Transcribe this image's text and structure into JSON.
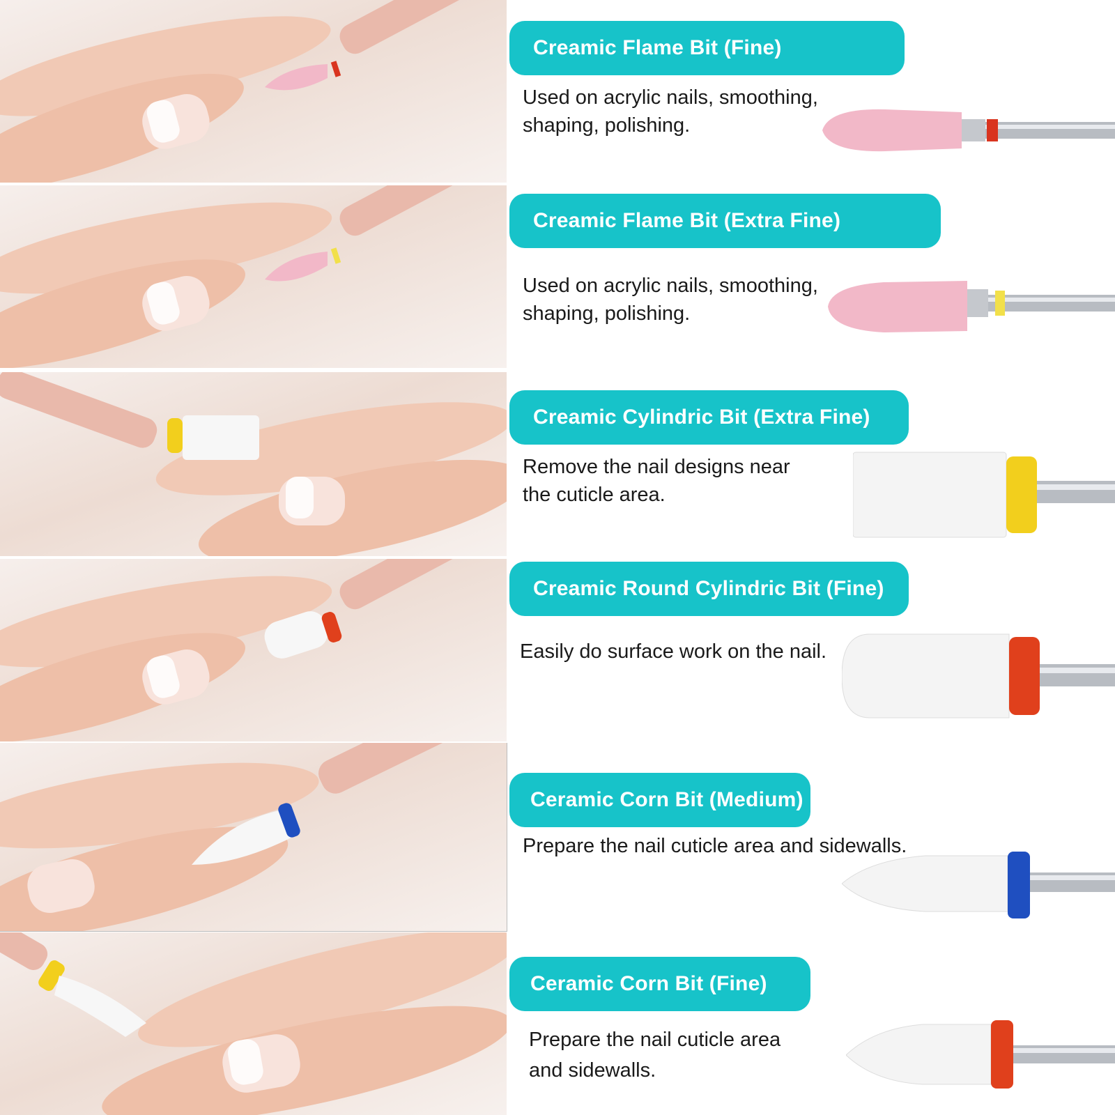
{
  "items": [
    {
      "title": "Creamic Flame Bit (Fine)",
      "desc_lines": [
        "Used on acrylic nails, smoothing,",
        "shaping, polishing."
      ],
      "bit_shape": "flame",
      "bit_color": "#f2b8c8",
      "ring_color": "#d9341f"
    },
    {
      "title": "Creamic Flame Bit (Extra Fine)",
      "desc_lines": [
        "Used on acrylic nails, smoothing,",
        "shaping, polishing."
      ],
      "bit_shape": "flame",
      "bit_color": "#f2b8c8",
      "ring_color": "#f2e04a"
    },
    {
      "title": "Creamic Cylindric Bit (Extra Fine)",
      "desc_lines": [
        "Remove the nail designs near",
        "the cuticle area."
      ],
      "bit_shape": "cylinder",
      "bit_color": "#f4f4f4",
      "ring_color": "#f2cf1d"
    },
    {
      "title": "Creamic Round Cylindric Bit (Fine)",
      "desc_lines": [
        "Easily do surface work on the nail."
      ],
      "bit_shape": "round-cylinder",
      "bit_color": "#f4f4f4",
      "ring_color": "#e0401c"
    },
    {
      "title": "Ceramic Corn Bit (Medium)",
      "desc_lines": [
        "Prepare the nail cuticle area and sidewalls."
      ],
      "bit_shape": "corn",
      "bit_color": "#f4f4f4",
      "ring_color": "#1f4fc0"
    },
    {
      "title": "Ceramic Corn Bit (Fine)",
      "desc_lines": [
        "Prepare the nail cuticle area",
        "and sidewalls."
      ],
      "bit_shape": "corn",
      "bit_color": "#f4f4f4",
      "ring_color": "#e0401c"
    }
  ]
}
